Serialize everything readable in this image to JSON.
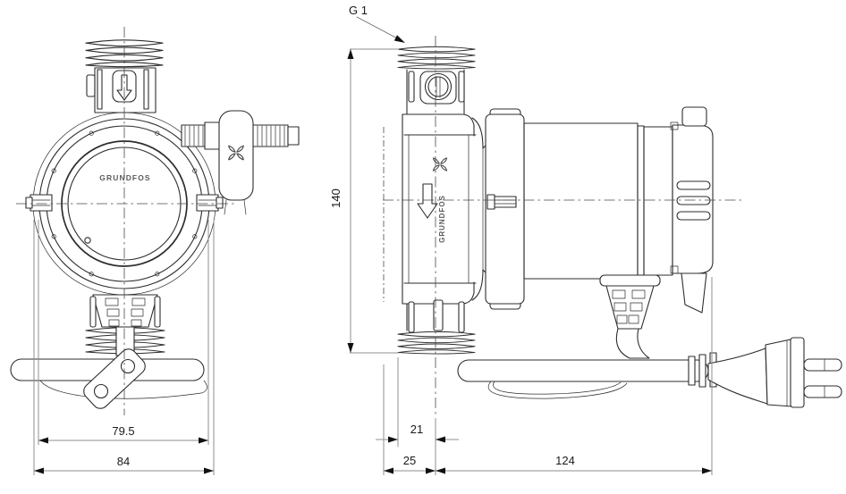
{
  "drawing": {
    "brand": "GRUNDFOS",
    "thread_label": "G 1",
    "dims": {
      "front_inner_width": "79.5",
      "front_outer_width": "84",
      "overall_height": "140",
      "port_to_face": "21",
      "port_to_shell": "25",
      "motor_length": "124"
    },
    "colors": {
      "line": "#2d2d2d",
      "dimension_line": "#8f8f8f",
      "text": "#1a1a1a",
      "brand_text": "#5a5a5a",
      "background": "#ffffff"
    }
  }
}
